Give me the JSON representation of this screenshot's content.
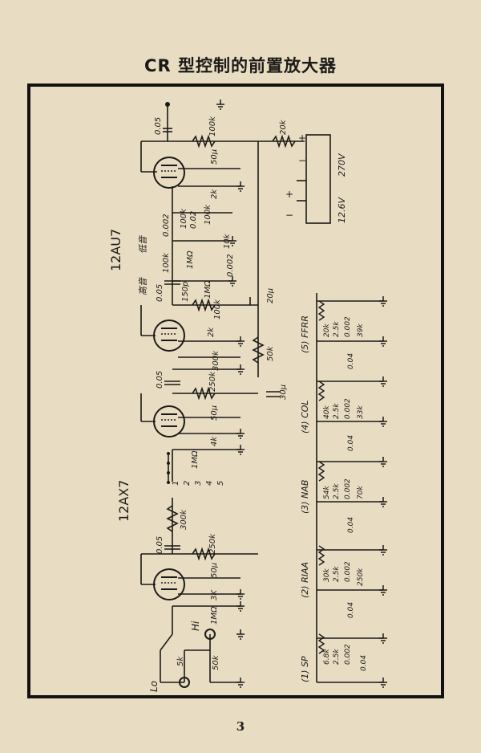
{
  "page": {
    "title": "CR 型控制的前置放大器",
    "page_number": "3"
  },
  "tubes": [
    {
      "name": "12AU7"
    },
    {
      "name": "12AX7"
    }
  ],
  "tone_labels": {
    "treble": "高音",
    "bass": "低音"
  },
  "power_supply": {
    "v270": "270V",
    "v126": "12.6V",
    "plus": "+",
    "minus": "−",
    "plus2": "+",
    "minus2": "−"
  },
  "components": {
    "c_005_1": "0.05",
    "r_100k_1": "100k",
    "r_20k": "20k",
    "c_50u_1": "50μ",
    "r_2k_1": "2k",
    "c_0002_1": "0.002",
    "r_100k_2": "100k",
    "c_002": "0.02",
    "r_100k_3": "100k",
    "r_10k": "10k",
    "r_100k_4": "100k",
    "r_1M_1": "1MΩ",
    "c_0002_2": "0.002",
    "c_150p": "150p",
    "c_005_2": "0.05",
    "r_1M_2": "1MΩ",
    "r_100k_5": "100k",
    "c_20u": "20μ",
    "r_2k_2": "2k",
    "r_300k": "300k",
    "r_50k_1": "50k",
    "c_005_3": "0.05",
    "r_250k_1": "250k",
    "c_30u": "30μ",
    "c_50u_2": "50μ",
    "r_4k": "4k",
    "r_1M_3": "1MΩ",
    "r_300k_2": "300k",
    "c_005_4": "0.05",
    "r_250k_2": "250k",
    "c_50u_3": "50μ",
    "r_3k": "3K",
    "r_1M_4": "1MΩ",
    "r_5k": "5k",
    "r_50k_2": "50k",
    "hi": "Hi",
    "lo": "Lo"
  },
  "selector_positions": [
    "1",
    "2",
    "3",
    "4",
    "5"
  ],
  "eq_networks": [
    {
      "label": "(5) FFRR",
      "r1": "20k",
      "r2": "2.5k",
      "c1": "0.002",
      "r3": "39k",
      "c2": "0.04"
    },
    {
      "label": "(4) COL",
      "r1": "40k",
      "r2": "2.5k",
      "c1": "0.002",
      "r3": "33k",
      "c2": "0.04"
    },
    {
      "label": "(3) NAB",
      "r1": "54k",
      "r2": "2.5k",
      "c1": "0.002",
      "r3": "70k",
      "c2": "0.04"
    },
    {
      "label": "(2) RIAA",
      "r1": "30k",
      "r2": "2.5k",
      "c1": "0.002",
      "r3": "250k",
      "c2": "0.04"
    },
    {
      "label": "(1) SP",
      "r1": "6.8k",
      "r2": "2.5k",
      "c1": "0.002",
      "r3": "",
      "c2": "0.04"
    }
  ]
}
